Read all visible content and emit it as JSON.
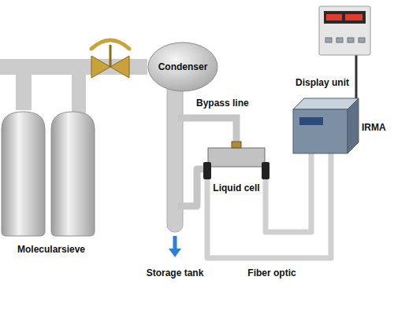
{
  "diagram": {
    "nodes": [
      {
        "text": [
          "Molecularsieve"
        ]
      },
      {
        "text": [
          "Condenser"
        ]
      },
      {
        "text": [
          "Liquid cell"
        ]
      },
      {
        "text": [
          "IRMA"
        ]
      },
      {
        "text": [
          "Display unit"
        ]
      }
    ],
    "edges": [
      {
        "from": 0,
        "to": 1,
        "arrow": "none"
      },
      {
        "from": 2,
        "to": 3,
        "arrow": "none"
      },
      {
        "from": 2,
        "to": 3,
        "arrow": "none"
      },
      {
        "from": 4,
        "to": 3,
        "arrow": "none"
      }
    ],
    "labels": [
      "Bypass line",
      "Storage tank",
      "Fiber optic"
    ]
  }
}
